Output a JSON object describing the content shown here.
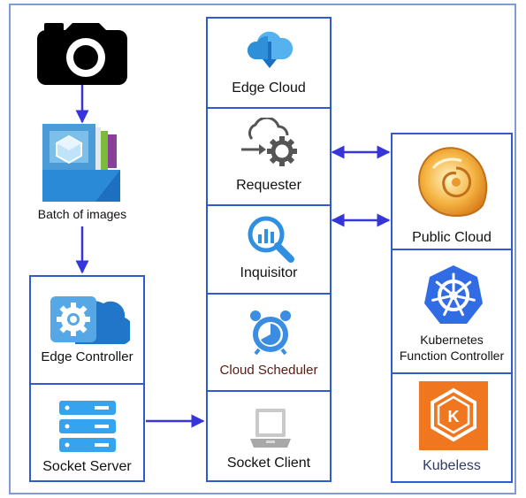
{
  "left": {
    "batch_label": "Batch of images"
  },
  "edge_panel": {
    "controller_label": "Edge Controller",
    "socket_server_label": "Socket Server"
  },
  "center_panel": {
    "edge_cloud_label": "Edge Cloud",
    "requester_label": "Requester",
    "inquisitor_label": "Inquisitor",
    "scheduler_label": "Cloud Scheduler",
    "socket_client_label": "Socket Client"
  },
  "right_panel": {
    "public_cloud_label": "Public Cloud",
    "k8s_label_line1": "Kubernetes",
    "k8s_label_line2": "Function Controller",
    "kubeless_label": "Kubeless",
    "kubeless_logo_text": "K"
  },
  "colors": {
    "border": "#2f5bcf",
    "arrow": "#3535d9",
    "frame": "#7d9bd8",
    "scheduler_text": "#5a1a12",
    "kubeless_text": "#2f3a66",
    "k8s_blue": "#326ce5",
    "kubeless_orange": "#f0761f"
  }
}
